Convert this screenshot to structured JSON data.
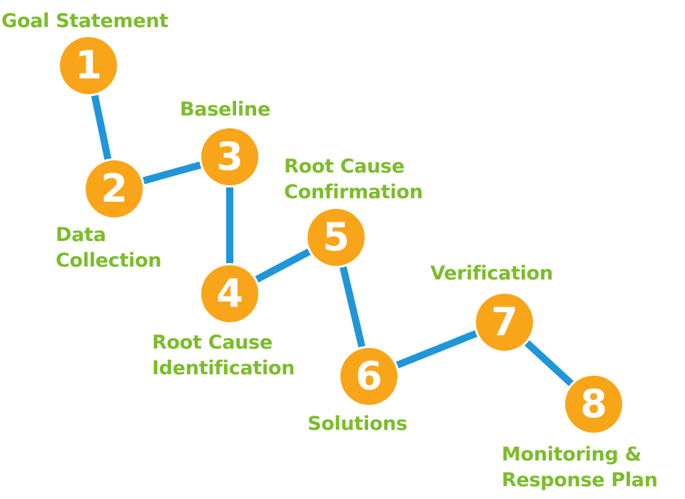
{
  "colors": {
    "circle": "#f9a51a",
    "connector": "#1f96d8",
    "label": "#7cbc2b",
    "number": "#ffffff"
  },
  "steps": [
    {
      "number": "1",
      "label": "Goal Statement"
    },
    {
      "number": "2",
      "label": "Data Collection"
    },
    {
      "number": "3",
      "label": "Baseline"
    },
    {
      "number": "4",
      "label": "Root Cause Identification"
    },
    {
      "number": "5",
      "label": "Root Cause Confirmation"
    },
    {
      "number": "6",
      "label": "Solutions"
    },
    {
      "number": "7",
      "label": "Verification"
    },
    {
      "number": "8",
      "label": "Monitoring & Response Plan"
    }
  ],
  "label_lines": {
    "data_collection": [
      "Data",
      "Collection"
    ],
    "root_cause_identification": [
      "Root Cause",
      "Identification"
    ],
    "root_cause_confirmation": [
      "Root Cause",
      "Confirmation"
    ],
    "monitoring_response_plan": [
      "Monitoring &",
      "Response Plan"
    ]
  }
}
